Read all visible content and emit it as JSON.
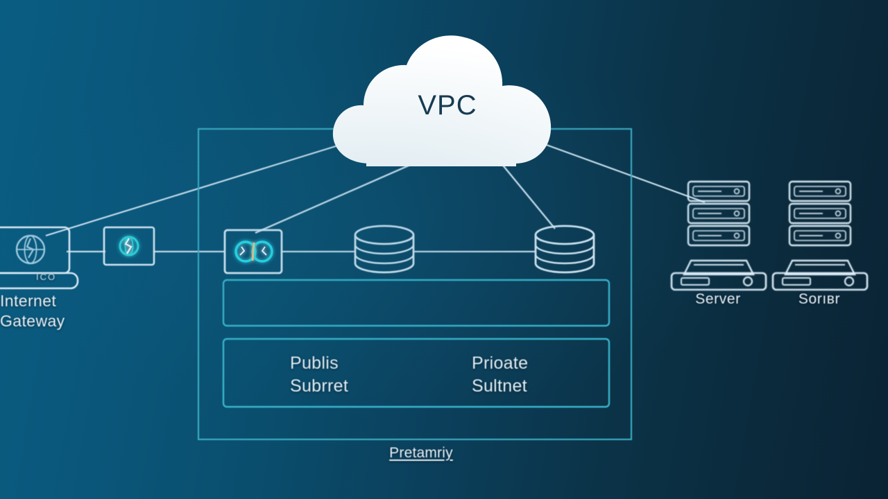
{
  "diagram": {
    "title": "VPC",
    "background": {
      "gradient_from": "#0a5d82",
      "gradient_to": "#0a2334"
    },
    "colors": {
      "line": "#cfe3f0",
      "boundary": "#3aafc4",
      "subnet_border": "#3ab6cc",
      "icon_stroke": "#dbecf7",
      "accent_cyan": "#26c6d8",
      "cloud_fill": "#ffffff",
      "cloud_text": "#16384f",
      "label_text": "#eaf4fa"
    },
    "cloud": {
      "label": "VPC",
      "name": "vpc-cloud"
    },
    "boundary": {
      "caption": "Pretamriy"
    },
    "left_side": {
      "laptop": {
        "name": "laptop",
        "icon": "globe-icon",
        "base_text": "ICO"
      },
      "internet_gateway_label": "Internet\nGateway",
      "gateway_box": {
        "name": "internet-gateway-box",
        "icon": "globe-icon"
      }
    },
    "router_box": {
      "name": "router-box",
      "icon": "router-icon"
    },
    "databases": [
      {
        "name": "database-public",
        "icon": "database-cylinder-icon"
      },
      {
        "name": "database-private",
        "icon": "database-cylinder-icon"
      }
    ],
    "subnets": [
      {
        "label": "Publis\nSubrret",
        "name": "public-subnet"
      },
      {
        "label": "Prioate\nSultnet",
        "name": "private-subnet"
      }
    ],
    "servers": [
      {
        "label": "Server",
        "name": "server-rack-1",
        "rack_units": 3
      },
      {
        "label": "Sorıвr",
        "name": "server-rack-2",
        "rack_units": 3
      }
    ],
    "connections": [
      "cloud-to-laptop",
      "cloud-to-router",
      "cloud-to-private-database",
      "cloud-to-servers",
      "laptop-to-gateway-box",
      "gateway-box-to-router",
      "router-to-public-database",
      "public-database-to-private-database"
    ]
  }
}
